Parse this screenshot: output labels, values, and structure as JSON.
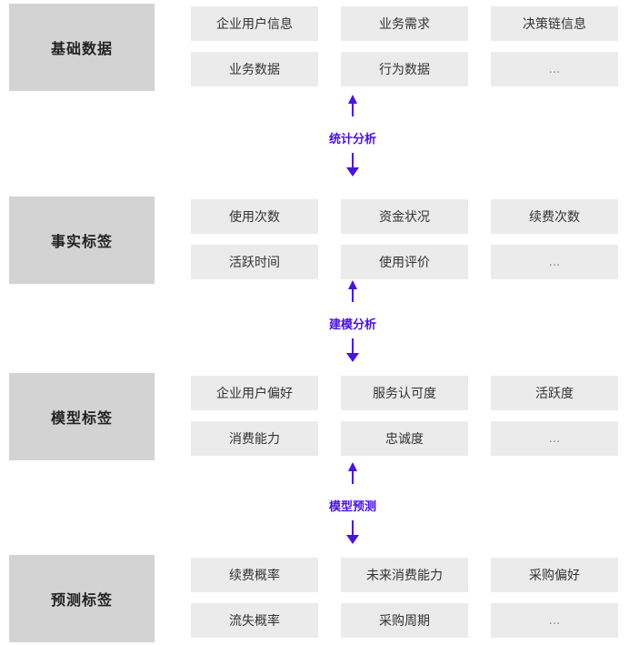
{
  "colors": {
    "tier_label_bg": "#d3d3d3",
    "cell_bg": "#ebebeb",
    "arrow": "#4a12e6",
    "text": "#333333"
  },
  "tiers": [
    {
      "label": "基础数据",
      "cells": [
        "企业用户信息",
        "业务需求",
        "决策链信息",
        "业务数据",
        "行为数据",
        "..."
      ]
    },
    {
      "label": "事实标签",
      "cells": [
        "使用次数",
        "资金状况",
        "续费次数",
        "活跃时间",
        "使用评价",
        "..."
      ]
    },
    {
      "label": "模型标签",
      "cells": [
        "企业用户偏好",
        "服务认可度",
        "活跃度",
        "消费能力",
        "忠诚度",
        "..."
      ]
    },
    {
      "label": "预测标签",
      "cells": [
        "续费概率",
        "未来消费能力",
        "采购偏好",
        "流失概率",
        "采购周期",
        "..."
      ]
    }
  ],
  "connectors": [
    {
      "label": "统计分析"
    },
    {
      "label": "建模分析"
    },
    {
      "label": "模型预测"
    }
  ]
}
